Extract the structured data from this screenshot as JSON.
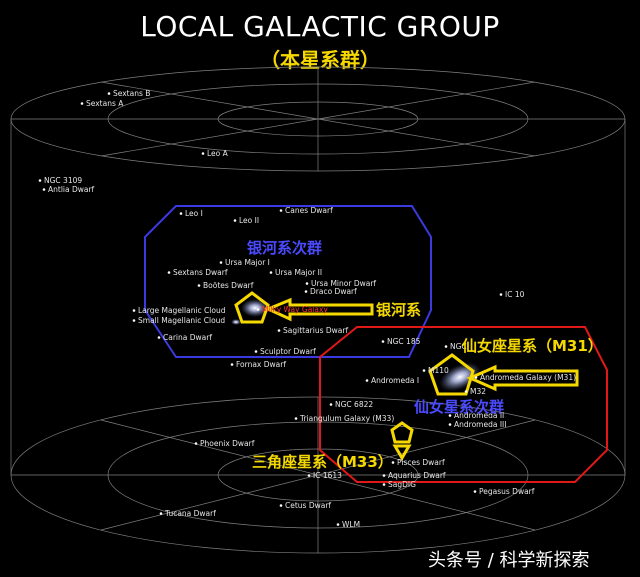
{
  "title": "LOCAL GALACTIC GROUP",
  "subtitle": "（本星系群）",
  "watermark": "头条号 / 科学新探索",
  "colors": {
    "background": "#000000",
    "grid": "#8a8a8a",
    "label": "#e6e6e6",
    "milky_way_region": "#3a3ae0",
    "andromeda_region": "#e01818",
    "callout": "#f5d800",
    "subgroup_text": "#4a4aff",
    "highlight_text": "#ff3030"
  },
  "galaxies": [
    {
      "id": "sextans-b",
      "name": "Sextans B"
    },
    {
      "id": "sextans-a",
      "name": "Sextans A"
    },
    {
      "id": "leo-a",
      "name": "Leo A"
    },
    {
      "id": "ngc-3109",
      "name": "NGC 3109"
    },
    {
      "id": "antlia-dwarf",
      "name": "Antlia Dwarf"
    },
    {
      "id": "leo-i",
      "name": "Leo I"
    },
    {
      "id": "leo-ii",
      "name": "Leo II"
    },
    {
      "id": "canes-dwarf",
      "name": "Canes Dwarf"
    },
    {
      "id": "ursa-major-i",
      "name": "Ursa Major I"
    },
    {
      "id": "sextans-dwarf",
      "name": "Sextans Dwarf"
    },
    {
      "id": "ursa-major-ii",
      "name": "Ursa Major II"
    },
    {
      "id": "ursa-minor-dwarf",
      "name": "Ursa Minor Dwarf"
    },
    {
      "id": "bootes-dwarf",
      "name": "Boötes Dwarf"
    },
    {
      "id": "draco-dwarf",
      "name": "Draco Dwarf"
    },
    {
      "id": "large-magellanic-cloud",
      "name": "Large Magellanic Cloud"
    },
    {
      "id": "small-magellanic-cloud",
      "name": "Small Magellanic Cloud"
    },
    {
      "id": "milky-way-galaxy",
      "name": "Milky Way Galaxy"
    },
    {
      "id": "sagittarius-dwarf",
      "name": "Sagittarius Dwarf"
    },
    {
      "id": "carina-dwarf",
      "name": "Carina Dwarf"
    },
    {
      "id": "sculptor-dwarf",
      "name": "Sculptor Dwarf"
    },
    {
      "id": "fornax-dwarf",
      "name": "Fornax Dwarf"
    },
    {
      "id": "ic-10",
      "name": "IC 10"
    },
    {
      "id": "ngc-185",
      "name": "NGC 185"
    },
    {
      "id": "ngc-147",
      "name": "NGC"
    },
    {
      "id": "m110",
      "name": "M110"
    },
    {
      "id": "m32",
      "name": "M32"
    },
    {
      "id": "andromeda-galaxy",
      "name": "Andromeda Galaxy (M31)"
    },
    {
      "id": "andromeda-i",
      "name": "Andromeda I"
    },
    {
      "id": "ngc-6822",
      "name": "NGC 6822"
    },
    {
      "id": "andromeda-ii",
      "name": "Andromeda II"
    },
    {
      "id": "andromeda-iii",
      "name": "Andromeda III"
    },
    {
      "id": "triangulum-galaxy",
      "name": "Triangulum Galaxy (M33)"
    },
    {
      "id": "phoenix-dwarf",
      "name": "Phoenix Dwarf"
    },
    {
      "id": "pisces-dwarf",
      "name": "Pisces Dwarf"
    },
    {
      "id": "ic-1613",
      "name": "IC 1613"
    },
    {
      "id": "aquarius-dwarf",
      "name": "Aquarius Dwarf"
    },
    {
      "id": "sagdig",
      "name": "SagDIG"
    },
    {
      "id": "pegasus-dwarf",
      "name": "Pegasus Dwarf"
    },
    {
      "id": "cetus-dwarf",
      "name": "Cetus Dwarf"
    },
    {
      "id": "tucana-dwarf",
      "name": "Tucana Dwarf"
    },
    {
      "id": "wlm",
      "name": "WLM"
    }
  ],
  "annotations": {
    "milky_way_subgroup": "银河系次群",
    "milky_way": "银河系",
    "andromeda_callout": "仙女座星系（M31）",
    "andromeda_subgroup": "仙女星系次群",
    "triangulum_callout": "三角座星系（M33）"
  }
}
